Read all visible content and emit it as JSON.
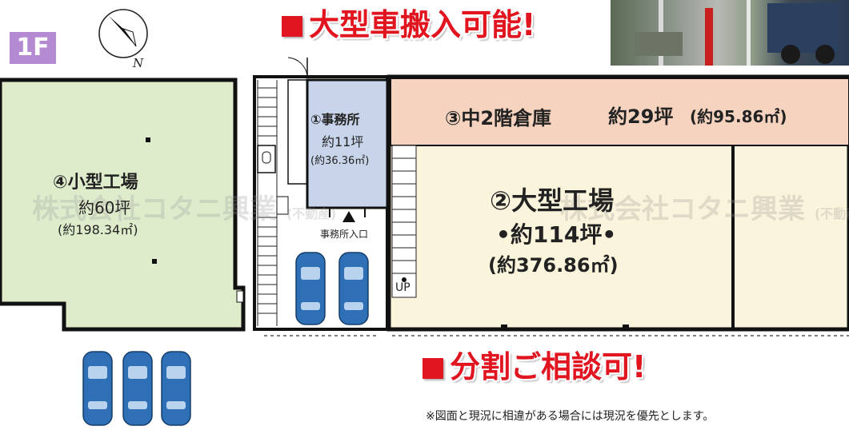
{
  "floor_label": "1F",
  "compass": {
    "label": "N"
  },
  "banner_top": "大型車搬入可能!",
  "banner_bottom": "分割ご相談可!",
  "rooms": {
    "office": {
      "name": "①事務所",
      "tsubo": "約11坪",
      "sqm": "(約36.36㎡)"
    },
    "mezzanine": {
      "name": "③中2階倉庫",
      "tsubo": "約29坪",
      "sqm": "(約95.86㎡)"
    },
    "large_factory": {
      "name": "②大型工場",
      "tsubo": "•約114坪•",
      "sqm": "(約376.86㎡)"
    },
    "small_factory": {
      "name": "④小型工場",
      "tsubo": "約60坪",
      "sqm": "(約198.34㎡)"
    }
  },
  "labels": {
    "office_entrance": "事務所入口",
    "stairs_up": "UP"
  },
  "watermark": {
    "company": "株式会社コタニ興業",
    "suffix": "(不動産)"
  },
  "note": "※図面と現況に相違がある場合には現況を優先とします。",
  "colors": {
    "small_factory": "#dfeccc",
    "office": "#c8d4ea",
    "mezzanine": "#f5d3bf",
    "large_factory": "#fbf4dc",
    "banner_red": "#e0151f",
    "badge_purple": "#b48ad3",
    "car_blue": "#2f6fb5"
  }
}
